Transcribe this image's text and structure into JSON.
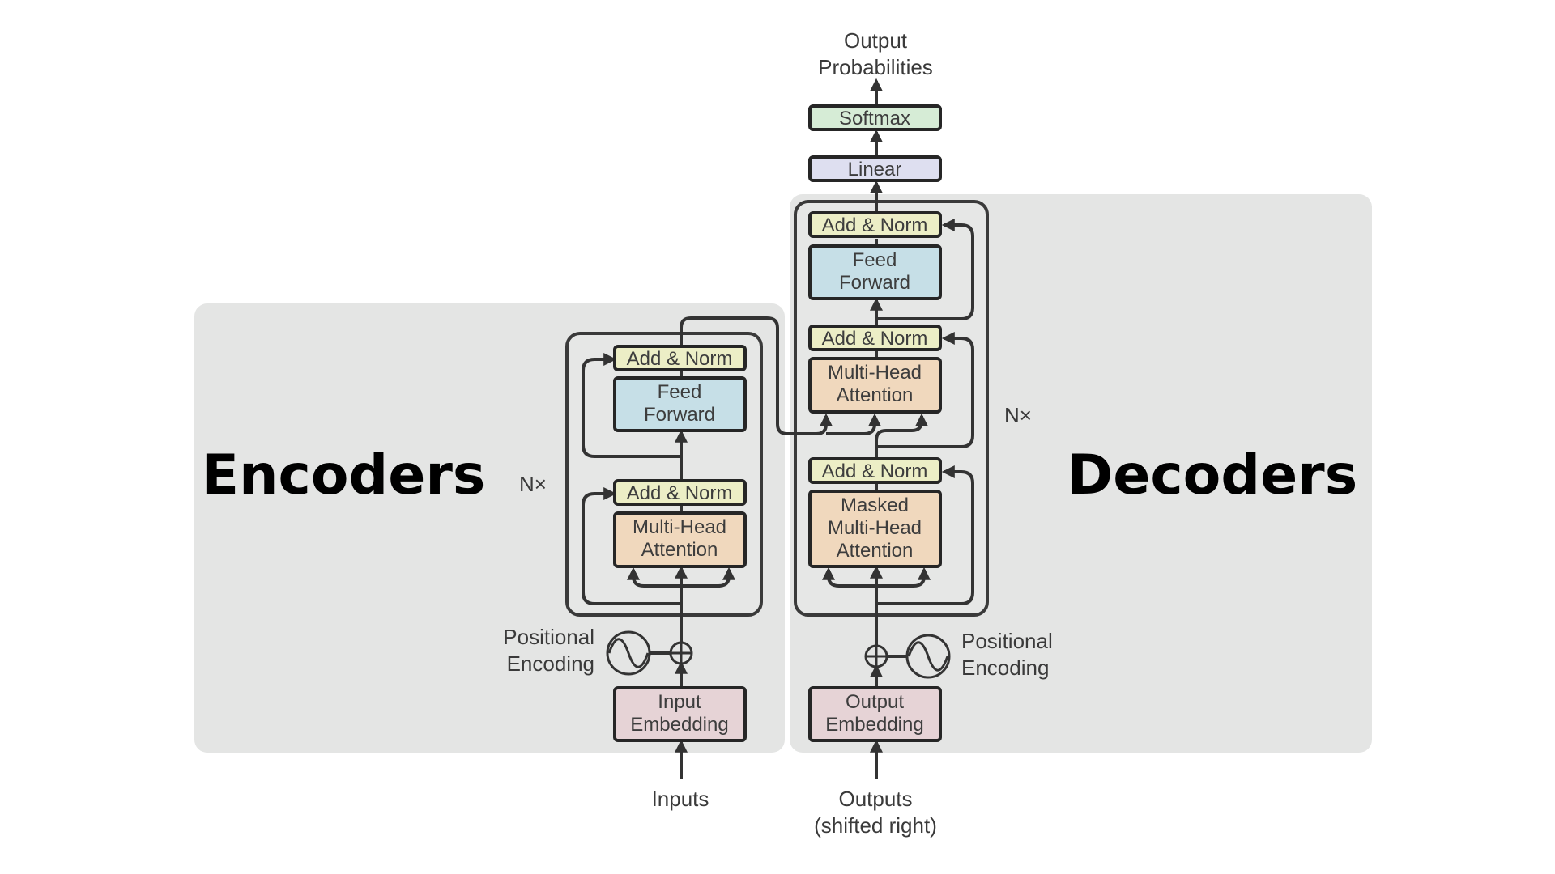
{
  "panels": {
    "encoders_title": "Encoders",
    "decoders_title": "Decoders"
  },
  "encoder": {
    "repeat": "N×",
    "blocks": {
      "add_norm_top": "Add & Norm",
      "feed_forward": [
        "Feed",
        "Forward"
      ],
      "add_norm_bottom": "Add & Norm",
      "multi_head": [
        "Multi-Head",
        "Attention"
      ],
      "input_embedding": [
        "Input",
        "Embedding"
      ]
    },
    "positional_encoding": [
      "Positional",
      "Encoding"
    ],
    "input_label": "Inputs"
  },
  "decoder": {
    "repeat": "N×",
    "blocks": {
      "add_norm_top": "Add & Norm",
      "feed_forward": [
        "Feed",
        "Forward"
      ],
      "add_norm_middle": "Add & Norm",
      "multi_head": [
        "Multi-Head",
        "Attention"
      ],
      "add_norm_bottom": "Add & Norm",
      "masked_multi_head": [
        "Masked",
        "Multi-Head",
        "Attention"
      ],
      "output_embedding": [
        "Output",
        "Embedding"
      ]
    },
    "positional_encoding": [
      "Positional",
      "Encoding"
    ],
    "output_label": [
      "Outputs",
      "(shifted right)"
    ]
  },
  "head": {
    "linear": "Linear",
    "softmax": "Softmax",
    "output_label": [
      "Output",
      "Probabilities"
    ]
  },
  "colors": {
    "panel": "#e4e5e4",
    "stack": "#e6e7e6",
    "add_norm": "#eceec6",
    "feed_forward": "#c6dfe7",
    "attention": "#f0d8bd",
    "embedding": "#e6d3d6",
    "linear": "#dedff0",
    "softmax": "#d6ecd6"
  }
}
